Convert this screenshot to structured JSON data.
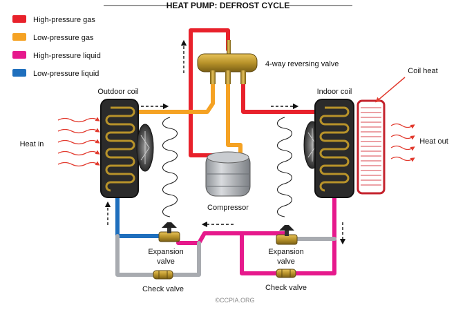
{
  "title": "HEAT PUMP: DEFROST CYCLE",
  "colors": {
    "high_pressure_gas": "#e8212b",
    "low_pressure_gas": "#f5a223",
    "high_pressure_liquid": "#e6198c",
    "low_pressure_liquid": "#1f6fbd",
    "neutral_pipe": "#a8abb0",
    "coil_heat_frame": "#c4222c",
    "heat_arrows": "#e23a2e",
    "valve_brass": "#b8932a"
  },
  "legend": [
    {
      "label": "High-pressure gas",
      "color_key": "high_pressure_gas"
    },
    {
      "label": "Low-pressure gas",
      "color_key": "low_pressure_gas"
    },
    {
      "label": "High-pressure liquid",
      "color_key": "high_pressure_liquid"
    },
    {
      "label": "Low-pressure liquid",
      "color_key": "low_pressure_liquid"
    }
  ],
  "labels": {
    "outdoor_coil": "Outdoor coil",
    "indoor_coil": "Indoor coil",
    "reversing_valve": "4-way reversing valve",
    "compressor": "Compressor",
    "heat_in": "Heat in",
    "heat_out": "Heat out",
    "coil_heat": "Coil heat",
    "expansion_valve_left_1": "Expansion",
    "expansion_valve_left_2": "valve",
    "expansion_valve_right_1": "Expansion",
    "expansion_valve_right_2": "valve",
    "check_valve_left": "Check valve",
    "check_valve_right": "Check valve",
    "copyright": "©CCPIA.ORG"
  }
}
